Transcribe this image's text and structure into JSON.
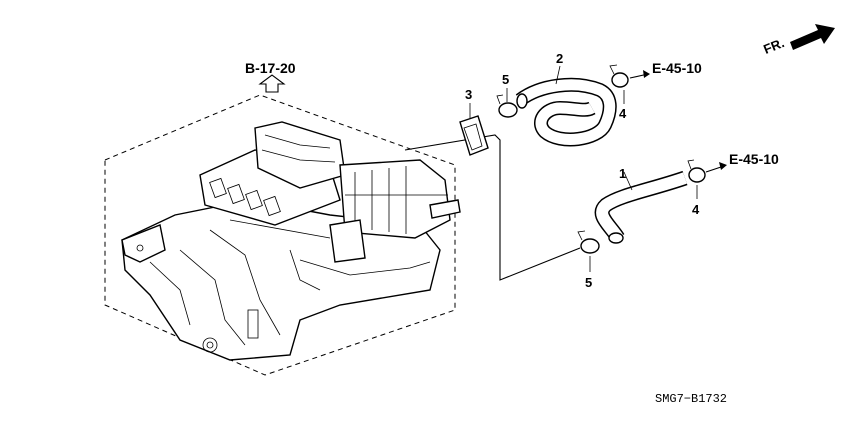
{
  "references": {
    "unit_ref": "B-17-20",
    "upper_ref": "E-45-10",
    "lower_ref": "E-45-10"
  },
  "direction": {
    "label": "FR."
  },
  "callouts": {
    "hose_1": "1",
    "hose_2": "2",
    "seal_3": "3",
    "clamp_4_upper": "4",
    "clamp_4_lower": "4",
    "clamp_5_upper": "5",
    "clamp_5_lower": "5"
  },
  "diagram_code": "SMG7−B1732"
}
